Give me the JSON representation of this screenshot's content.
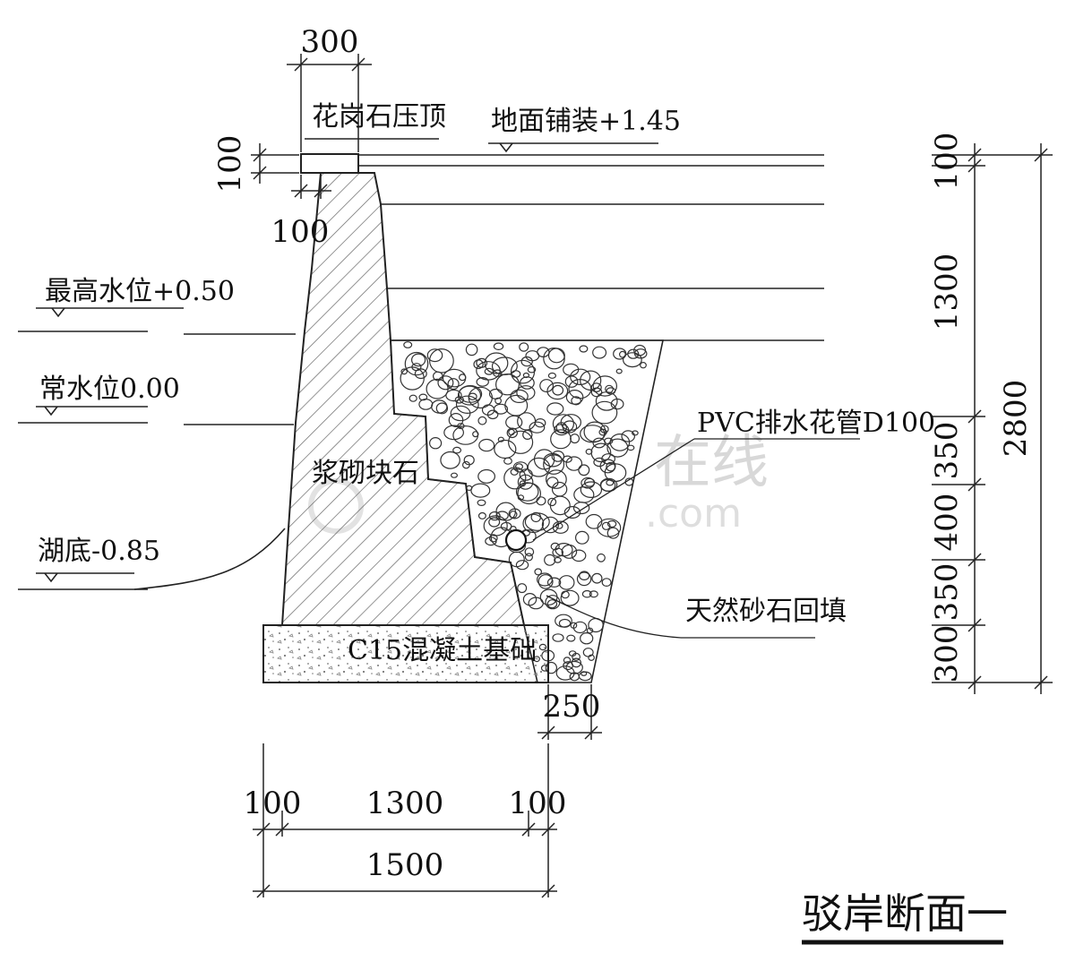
{
  "title": "驳岸断面一",
  "labels": {
    "coping": "花岗石压顶",
    "paving": "地面铺装+1.45",
    "max_water": "最高水位+0.50",
    "normal_water": "常水位0.00",
    "lake_bottom": "湖底-0.85",
    "rubble": "浆砌块石",
    "pipe": "PVC排水花管D100",
    "backfill": "天然砂石回填",
    "foundation": "C15混凝土基础"
  },
  "dimensions": {
    "coping_width": "300",
    "coping_height": "100",
    "top_offset": "100",
    "toe_width": "250",
    "bottom_left": "100",
    "bottom_mid": "1300",
    "bottom_right": "100",
    "bottom_total": "1500",
    "right_100": "100",
    "right_1300": "1300",
    "right_350_top": "350",
    "right_400": "400",
    "right_350_bottom": "350",
    "right_300": "300",
    "right_total": "2800"
  },
  "watermark": {
    "main": "在线",
    "sub": ".com"
  }
}
